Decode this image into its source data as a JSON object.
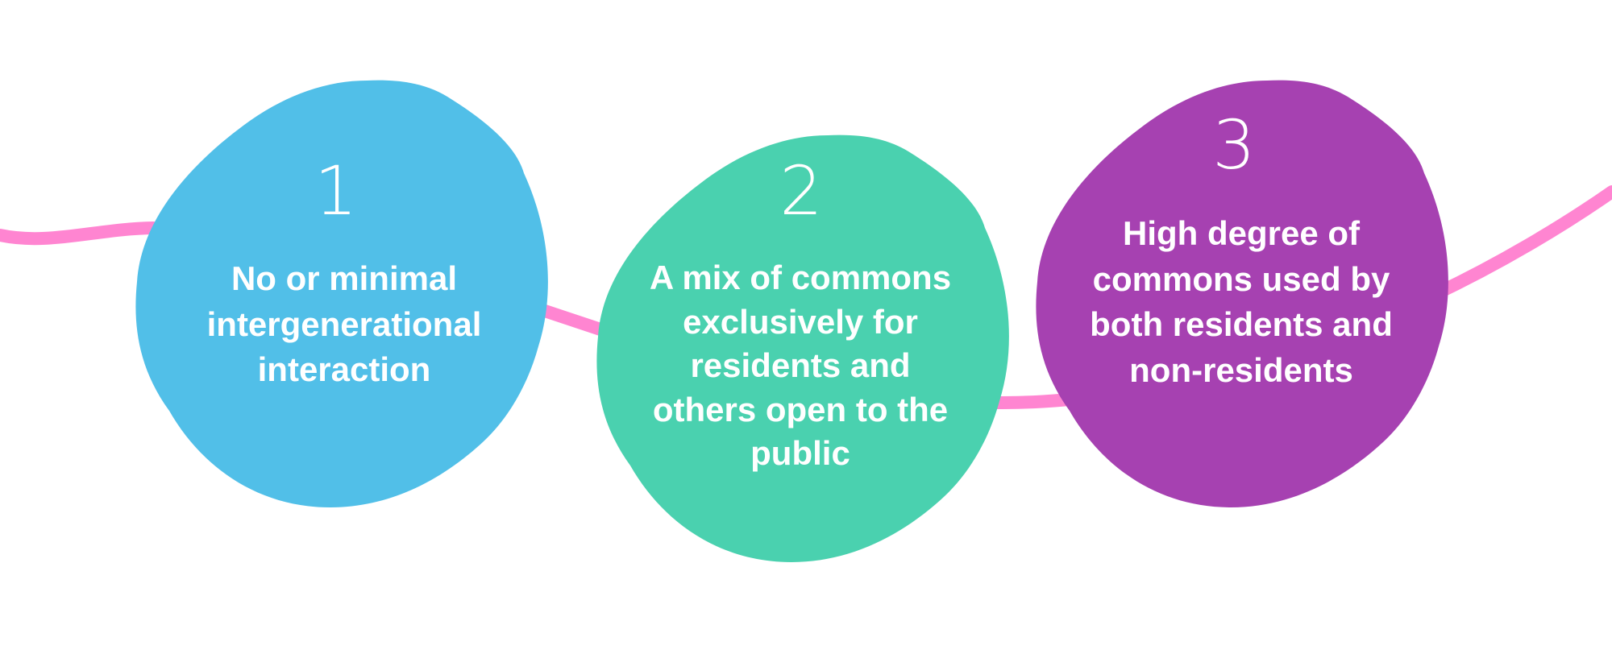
{
  "colors": {
    "connector": "#ff85d1",
    "stage_1": "#51bfe8",
    "stage_2": "#4ad1af",
    "stage_3": "#a641b1",
    "text": "#ffffff"
  },
  "stages": [
    {
      "number": "1",
      "text": "No or minimal intergenerational interaction"
    },
    {
      "number": "2",
      "text": "A mix of commons exclusively for residents and others open to the public"
    },
    {
      "number": "3",
      "text": "High degree of commons used by both residents and non-residents"
    }
  ]
}
